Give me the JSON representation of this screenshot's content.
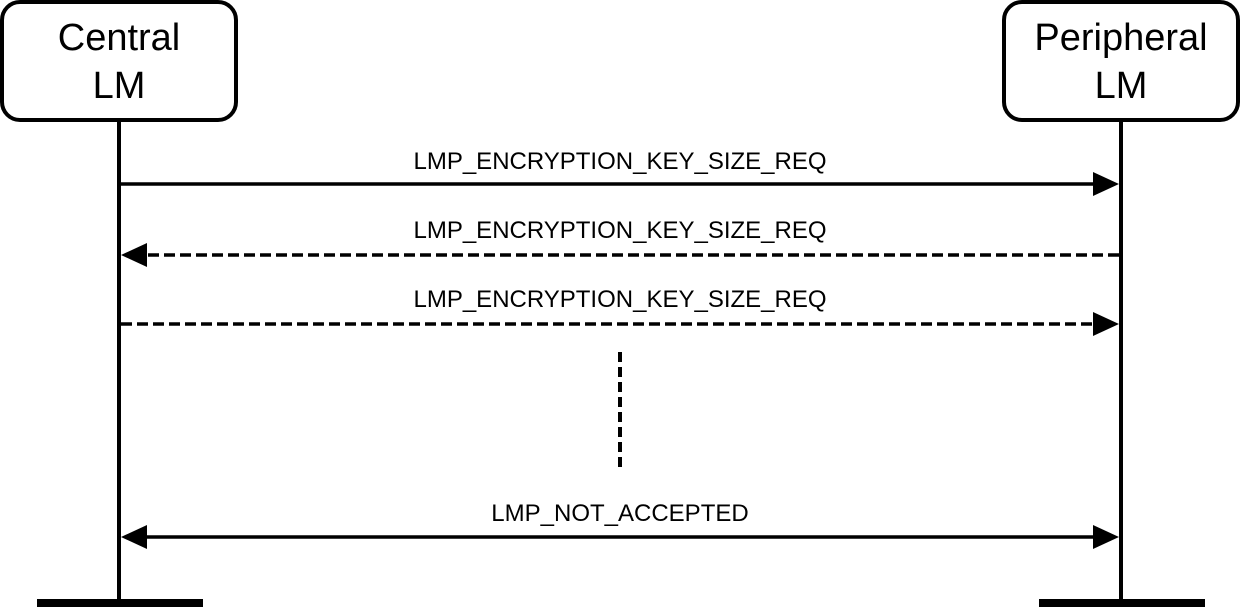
{
  "participants": {
    "central": {
      "line1": "Central",
      "line2": "LM"
    },
    "peripheral": {
      "line1": "Peripheral",
      "line2": "LM"
    }
  },
  "messages": [
    {
      "label": "LMP_ENCRYPTION_KEY_SIZE_REQ",
      "direction": "central-to-peripheral",
      "style": "solid"
    },
    {
      "label": "LMP_ENCRYPTION_KEY_SIZE_REQ",
      "direction": "peripheral-to-central",
      "style": "dashed"
    },
    {
      "label": "LMP_ENCRYPTION_KEY_SIZE_REQ",
      "direction": "central-to-peripheral",
      "style": "dashed"
    },
    {
      "label": "LMP_NOT_ACCEPTED",
      "direction": "bidirectional",
      "style": "solid"
    }
  ],
  "continuation": {
    "style": "dashed-vertical"
  }
}
